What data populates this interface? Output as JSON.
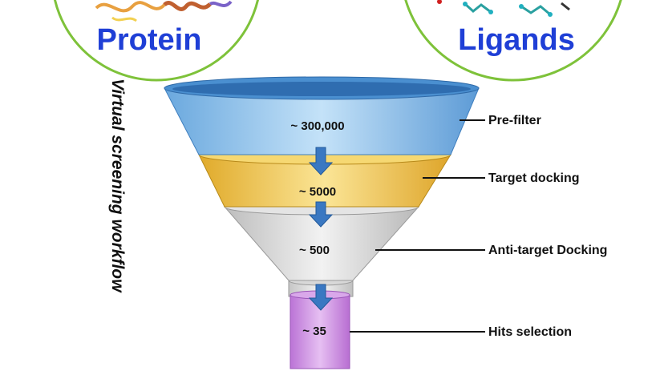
{
  "top": {
    "protein_label": "Protein",
    "ligands_label": "Ligands",
    "circle_color": "#7ec23a"
  },
  "side_title": "Virtual screening workflow",
  "funnel": {
    "stages": [
      {
        "count": "~ 300,000",
        "label": "Pre-filter",
        "color": "#8ec3ec"
      },
      {
        "count": "~ 5000",
        "label": "Target docking",
        "color": "#f2c64c"
      },
      {
        "count": "~ 500",
        "label": "Anti-target Docking",
        "color": "#d6d6d6"
      },
      {
        "count": "~ 35",
        "label": "Hits selection",
        "color": "#cc90e0"
      }
    ],
    "arrow_color": "#3a78c2"
  }
}
